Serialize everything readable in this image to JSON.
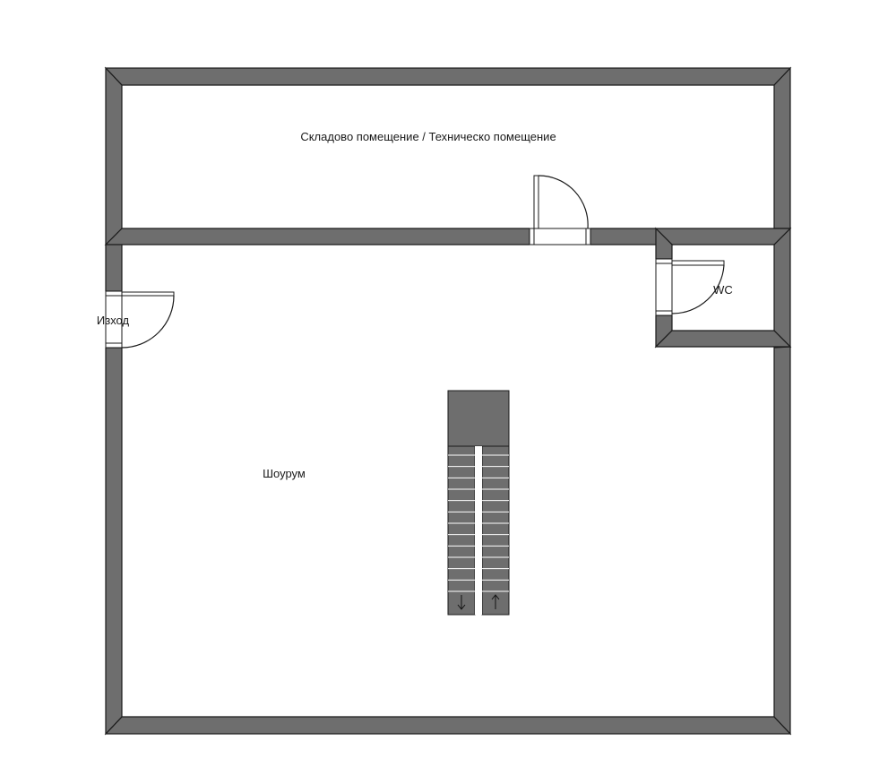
{
  "floor_plan": {
    "rooms": {
      "storage": "Складово помещение / Техническо помещение",
      "exit": "Изход",
      "wc": "WC",
      "showroom": "Шоурум"
    },
    "stairs": {
      "down_arrow": "↓",
      "up_arrow": "↑"
    },
    "colors": {
      "wall_fill": "#6e6e6e",
      "wall_edge": "#1a1a1a",
      "background": "#ffffff"
    }
  }
}
